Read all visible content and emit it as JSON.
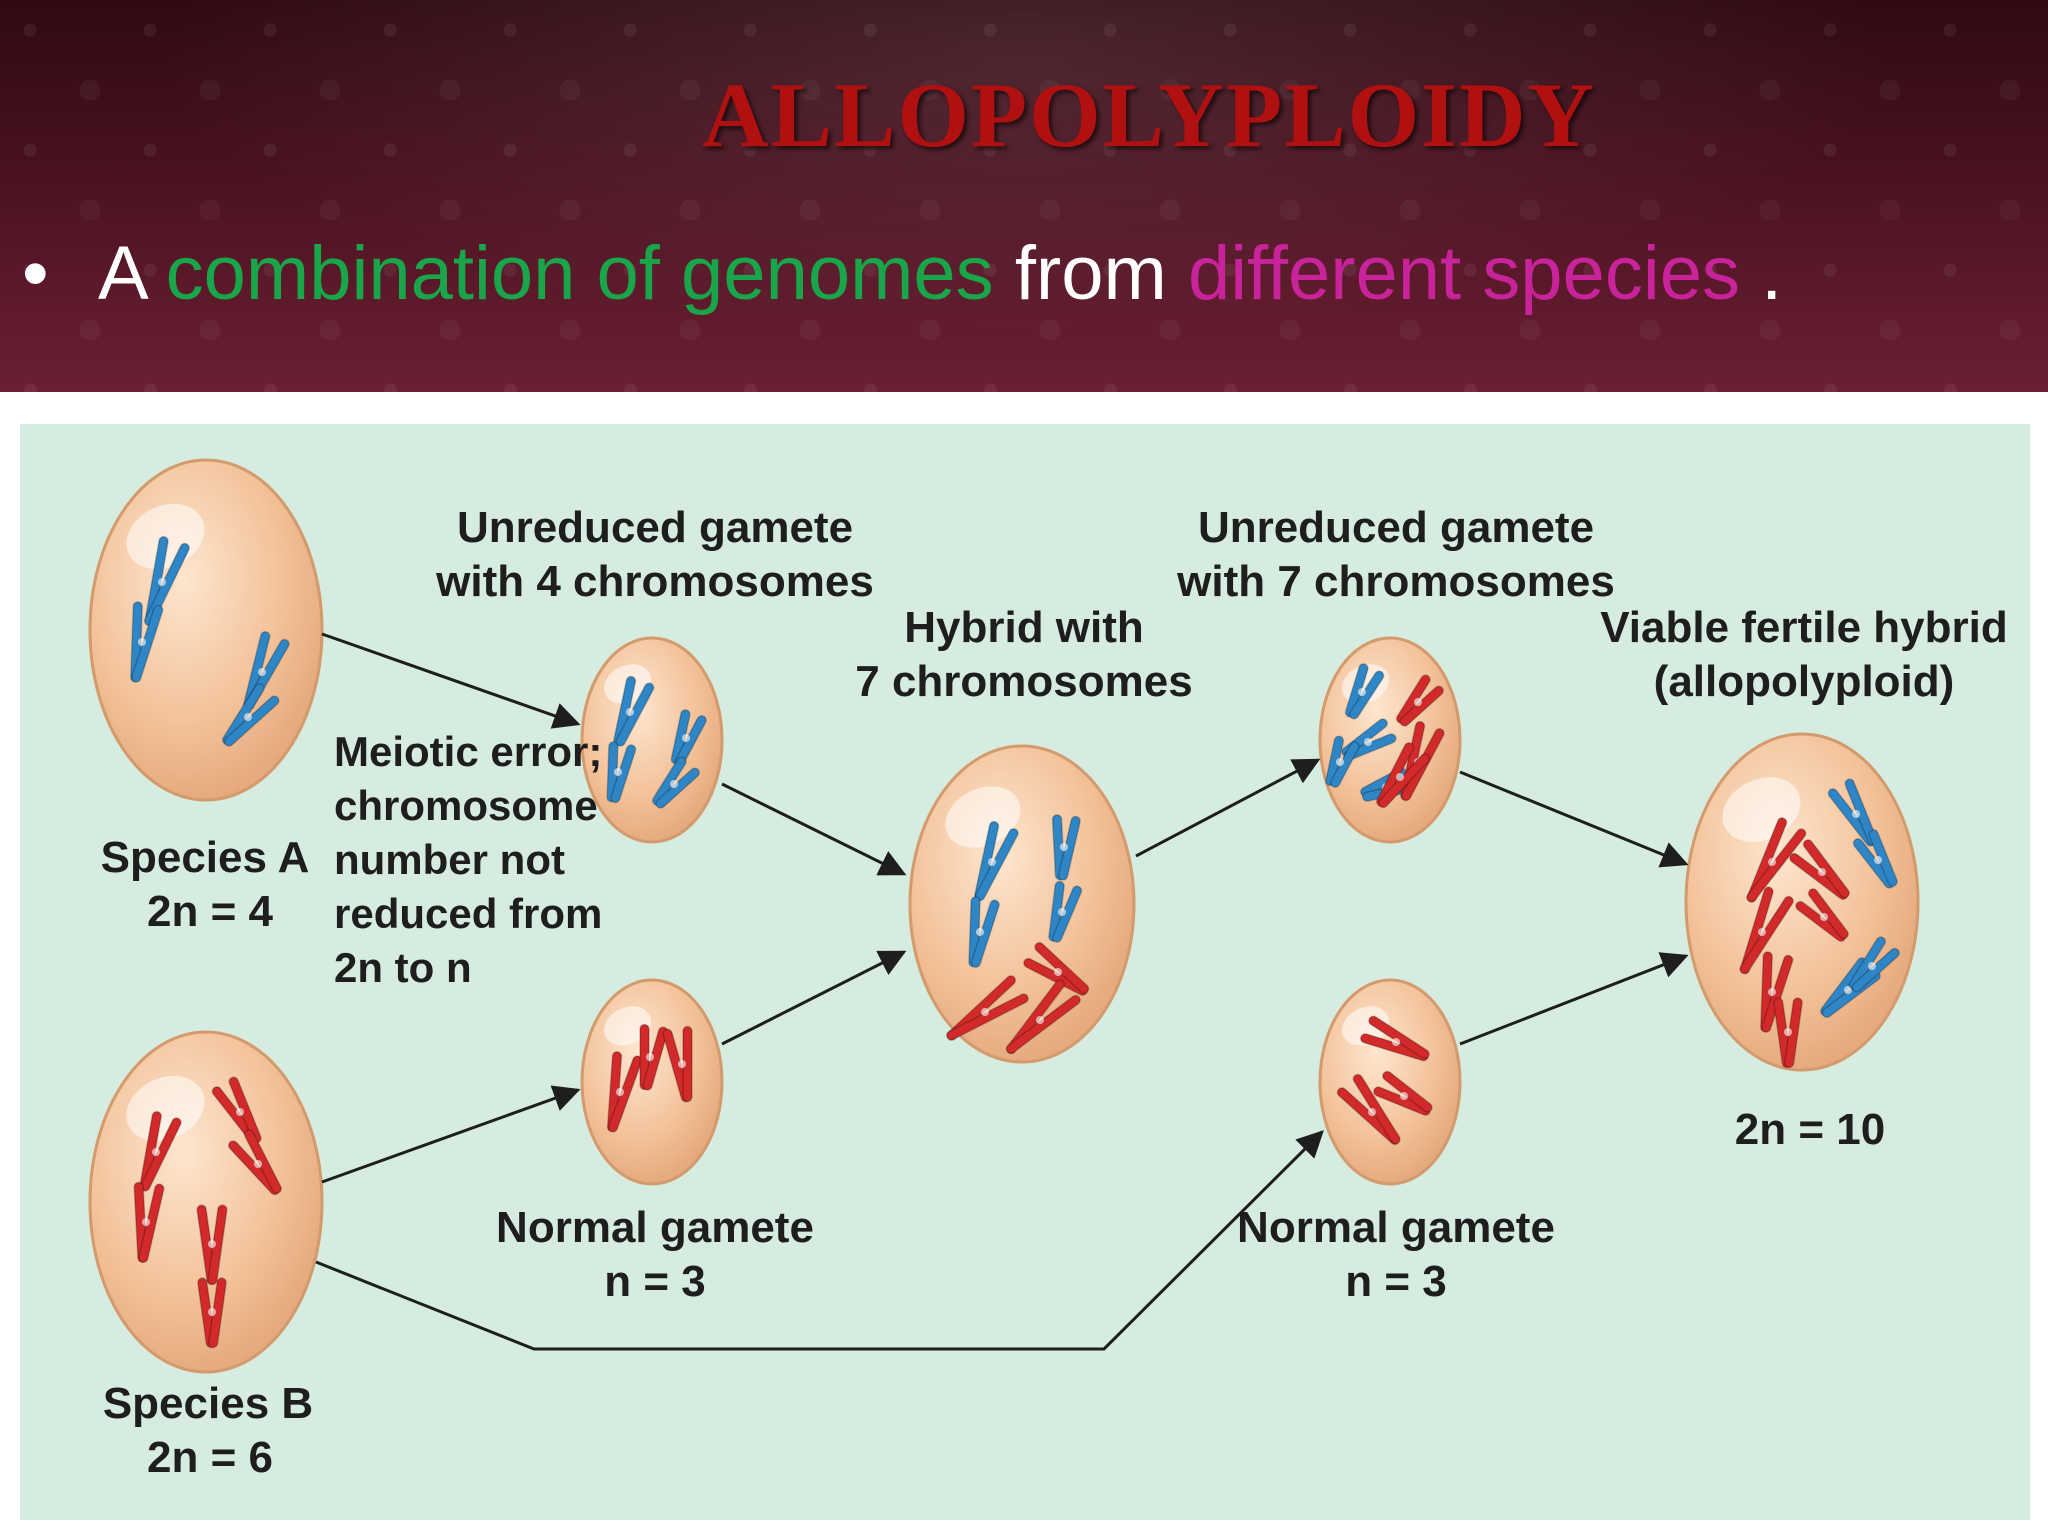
{
  "slide": {
    "title": "ALLOPOLYPLOIDY",
    "bullet_symbol": "•",
    "bullet": {
      "part1": "A",
      "part2": "combination of genomes",
      "part3": "from",
      "part4": "different species",
      "part5": "."
    }
  },
  "diagram": {
    "species_a_name": "Species A",
    "species_a_ploidy": "2n = 4",
    "species_b_name": "Species B",
    "species_b_ploidy": "2n = 6",
    "meiotic_error": [
      "Meiotic error;",
      "chromosome",
      "number not",
      "reduced from",
      "2n to n"
    ],
    "unreduced_gamete_4": [
      "Unreduced gamete",
      "with 4 chromosomes"
    ],
    "normal_gamete_1": [
      "Normal gamete",
      "n = 3"
    ],
    "hybrid_7": [
      "Hybrid with",
      "7 chromosomes"
    ],
    "unreduced_gamete_7": [
      "Unreduced gamete",
      "with 7 chromosomes"
    ],
    "normal_gamete_2": [
      "Normal gamete",
      "n = 3"
    ],
    "viable_hybrid": [
      "Viable fertile hybrid",
      "(allopolyploid)"
    ],
    "viable_ploidy": "2n = 10",
    "colors": {
      "cell_fill": "#f3c9a0",
      "species_a_chromosome": "#2f86c6",
      "species_b_chromosome": "#d22a2a",
      "panel_bg": "#d6ece0"
    }
  }
}
